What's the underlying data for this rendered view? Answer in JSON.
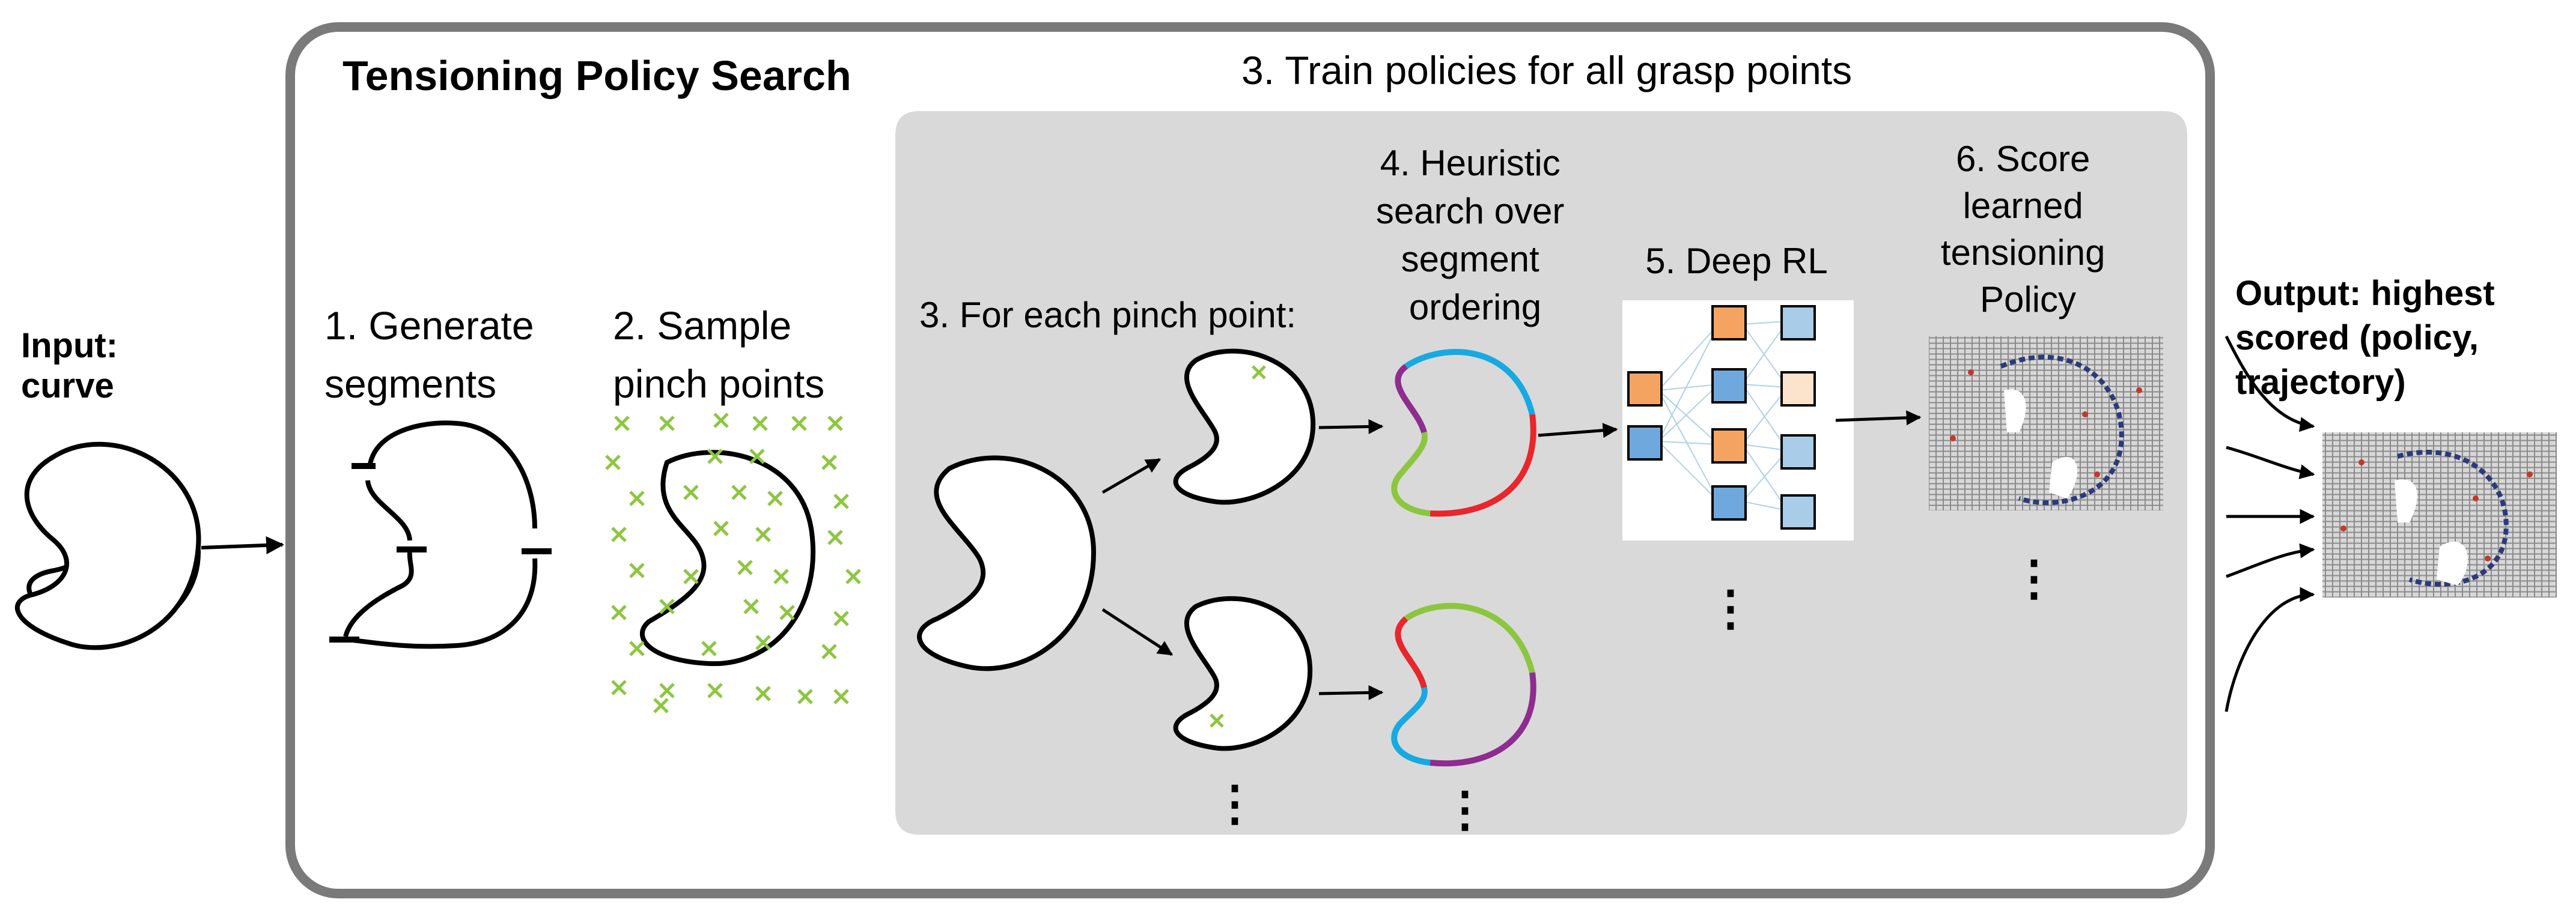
{
  "input_label": [
    "Input:",
    "curve"
  ],
  "outer_panel": {
    "title": "Tensioning Policy Search"
  },
  "inner_panel": {
    "title": "3. Train policies for all grasp points"
  },
  "steps": {
    "generate_segments": [
      "1. Generate",
      "segments"
    ],
    "sample_pinch_points": [
      "2. Sample",
      "pinch points"
    ],
    "for_each_pinch_point": "3. For each pinch point:",
    "heuristic_search": [
      "4. Heuristic",
      "search over",
      "segment",
      "ordering"
    ],
    "deep_rl": "5. Deep RL",
    "score_policy": [
      "6. Score",
      "learned",
      "tensioning",
      "Policy"
    ]
  },
  "output_label": [
    "Output: highest",
    "scored (policy,",
    "trajectory)"
  ],
  "ellipsis": "⋮",
  "colors": {
    "panel_border": "#7a7a7a",
    "inner_panel_fill": "#d9d9d9",
    "segment_blue": "#17a9e1",
    "segment_red": "#e8262b",
    "segment_green": "#8cc63f",
    "segment_purple": "#8e2c8f",
    "pinch_marker": "#8cc63f",
    "nn_orange": "#f4a460",
    "nn_blue": "#6fa8dc"
  }
}
